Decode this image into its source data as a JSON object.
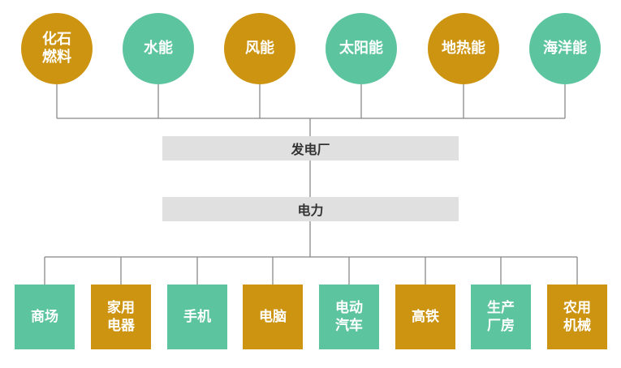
{
  "colors": {
    "gold": "#cc9411",
    "green": "#5dc4a0",
    "bar": "#e0e0e0",
    "line": "#888888"
  },
  "sources": [
    {
      "label": "化石\n燃料",
      "color": "gold"
    },
    {
      "label": "水能",
      "color": "green"
    },
    {
      "label": "风能",
      "color": "gold"
    },
    {
      "label": "太阳能",
      "color": "green"
    },
    {
      "label": "地热能",
      "color": "gold"
    },
    {
      "label": "海洋能",
      "color": "green"
    }
  ],
  "power_plant": "发电厂",
  "electricity": "电力",
  "uses": [
    {
      "label": "商场",
      "color": "green"
    },
    {
      "label": "家用\n电器",
      "color": "gold"
    },
    {
      "label": "手机",
      "color": "green"
    },
    {
      "label": "电脑",
      "color": "gold"
    },
    {
      "label": "电动\n汽车",
      "color": "green"
    },
    {
      "label": "高铁",
      "color": "gold"
    },
    {
      "label": "生产\n厂房",
      "color": "green"
    },
    {
      "label": "农用\n机械",
      "color": "gold"
    }
  ]
}
